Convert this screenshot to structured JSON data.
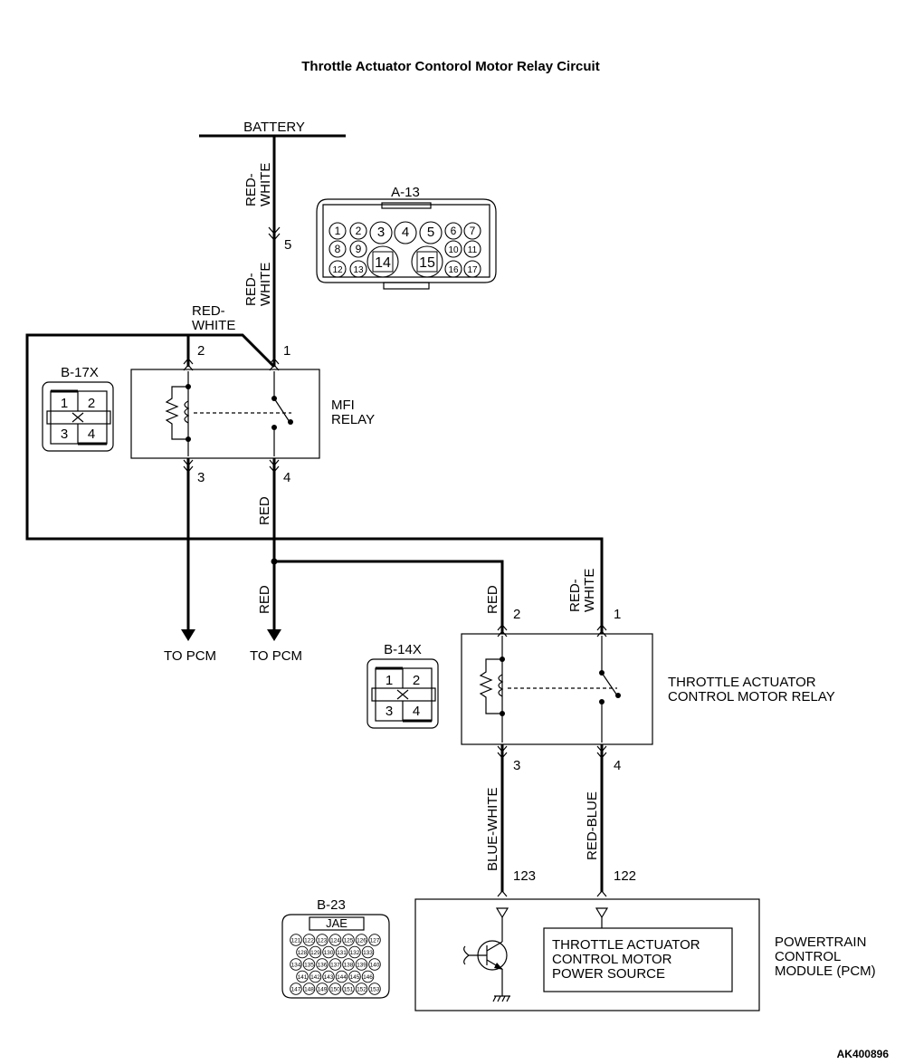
{
  "title": "Throttle Actuator Contorol Motor Relay Circuit",
  "footer_code": "AK400896",
  "battery_label": "BATTERY",
  "connectors": {
    "a13": {
      "name": "A-13",
      "pins": [
        "1",
        "2",
        "3",
        "4",
        "5",
        "6",
        "7",
        "8",
        "9",
        "10",
        "11",
        "12",
        "13",
        "14",
        "15",
        "16",
        "17"
      ]
    },
    "b17x": {
      "name": "B-17X",
      "pins": [
        "1",
        "2",
        "3",
        "4"
      ]
    },
    "b14x": {
      "name": "B-14X",
      "pins": [
        "1",
        "2",
        "3",
        "4"
      ]
    },
    "b23": {
      "name": "B-23",
      "marker": "JAE",
      "pins": [
        "121",
        "122",
        "123",
        "124",
        "125",
        "126",
        "127",
        "128",
        "129",
        "130",
        "131",
        "132",
        "133",
        "134",
        "135",
        "136",
        "137",
        "138",
        "139",
        "140",
        "141",
        "142",
        "143",
        "144",
        "145",
        "146",
        "147",
        "148",
        "149",
        "150",
        "151",
        "152",
        "153"
      ]
    }
  },
  "wires": {
    "battery_upper": "RED-\nWHITE",
    "battery_lower": "RED-\nWHITE",
    "relay_pin2": "RED-\nWHITE",
    "relay_pin4": "RED",
    "to_pcm_red": "RED",
    "tacm_pin2": "RED",
    "tacm_pin1": "RED-\nWHITE",
    "tacm_pin3": "BLUE-WHITE",
    "tacm_pin4": "RED-BLUE"
  },
  "pin_numbers": {
    "battery_conn": "5",
    "mfi_2": "2",
    "mfi_1": "1",
    "mfi_3": "3",
    "mfi_4": "4",
    "tacm_2": "2",
    "tacm_1": "1",
    "tacm_3": "3",
    "tacm_4": "4",
    "pcm_123": "123",
    "pcm_122": "122"
  },
  "components": {
    "mfi_relay": "MFI\nRELAY",
    "tacm_relay": "THROTTLE ACTUATOR\nCONTROL MOTOR RELAY",
    "pcm": "POWERTRAIN\nCONTROL\nMODULE (PCM)",
    "pcm_inner": "THROTTLE ACTUATOR\nCONTROL MOTOR\nPOWER SOURCE"
  },
  "terminals": {
    "to_pcm_left": "TO PCM",
    "to_pcm_right": "TO PCM"
  }
}
